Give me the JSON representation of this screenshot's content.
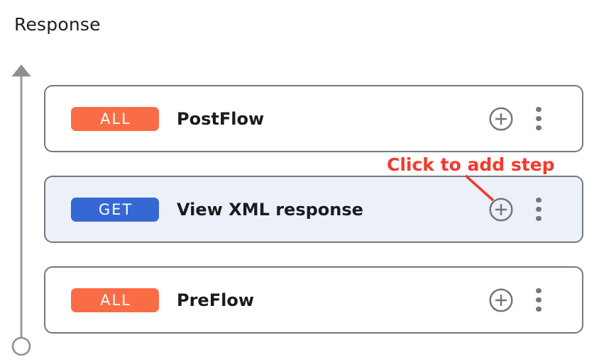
{
  "page": {
    "title": "Response",
    "background": "#ffffff"
  },
  "timeline": {
    "direction": "up",
    "color": "#909396",
    "icons": [
      "arrow-up-icon",
      "circle-terminal-icon"
    ]
  },
  "colors": {
    "method_all_badge": "#FA6C45",
    "method_get_badge": "#3568D4",
    "selected_card_bg": "#ECF1F9",
    "card_border": "#75787B",
    "icon_gray": "#73777A",
    "annotation_red": "#F4392C",
    "text_dark": "#1B1B1D"
  },
  "cards": [
    {
      "method": "ALL",
      "label": "PostFlow",
      "selected": false
    },
    {
      "method": "GET",
      "label": "View XML response",
      "selected": true
    },
    {
      "method": "ALL",
      "label": "PreFlow",
      "selected": false
    }
  ],
  "card_icons": [
    "plus-circle-icon",
    "kebab-menu-icon"
  ],
  "annotation": {
    "text": "Click to add step"
  }
}
